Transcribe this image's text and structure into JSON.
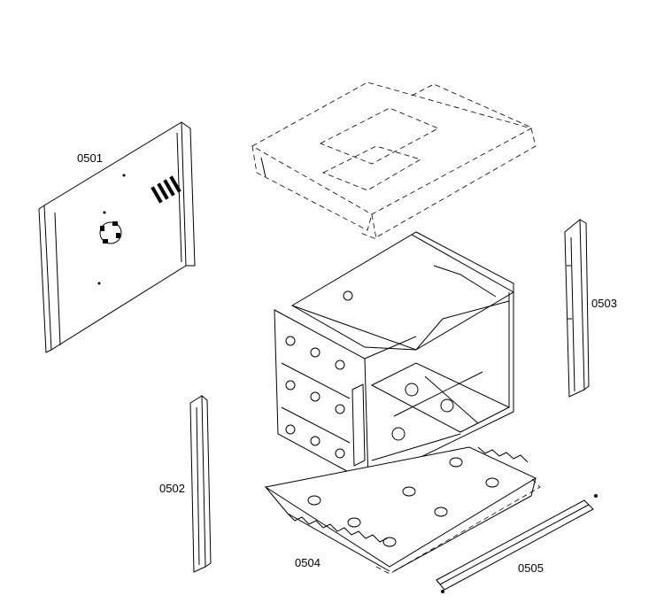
{
  "parts": [
    {
      "id": "side-panel-left",
      "label": "0501"
    },
    {
      "id": "front-strip-left",
      "label": "0502"
    },
    {
      "id": "front-strip-right",
      "label": "0503"
    },
    {
      "id": "bottom-tray",
      "label": "0504"
    },
    {
      "id": "front-trim-bar",
      "label": "0505"
    }
  ]
}
